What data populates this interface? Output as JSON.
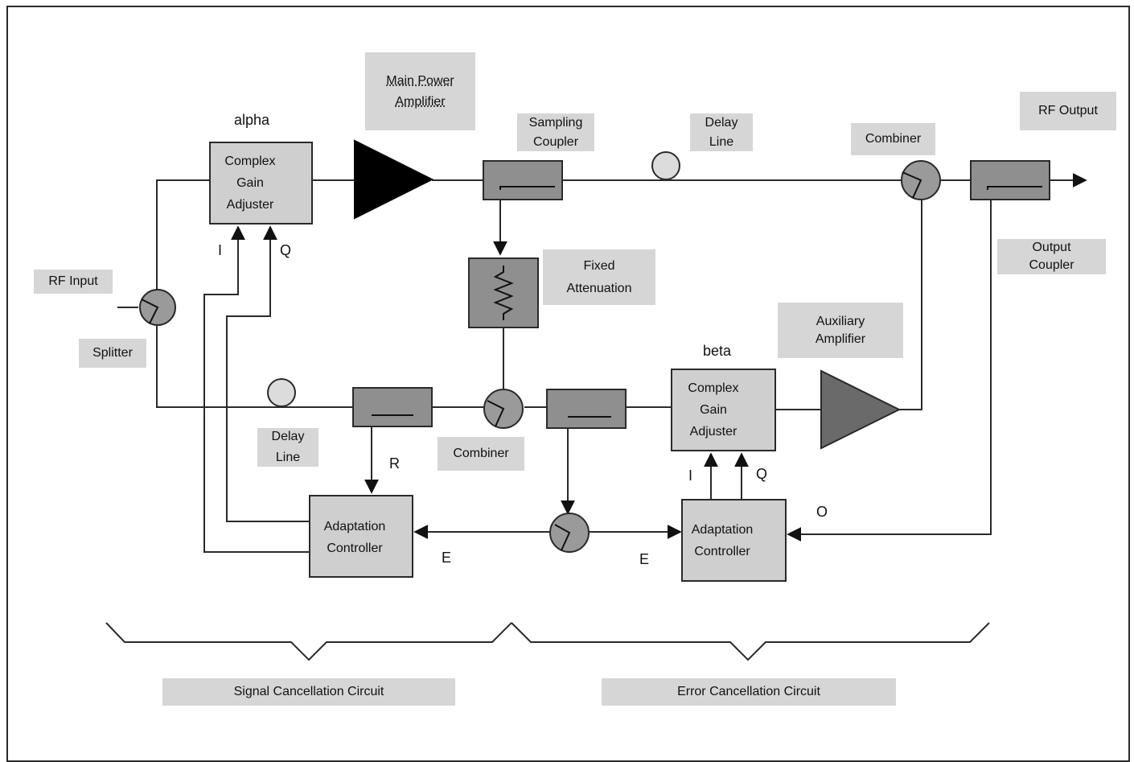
{
  "labels": {
    "main_power_amplifier": [
      "Main Power",
      "Amplifier"
    ],
    "sampling_coupler": [
      "Sampling",
      "Coupler"
    ],
    "delay_line_top": [
      "Delay",
      "Line"
    ],
    "combiner_top": "Combiner",
    "rf_output": "RF Output",
    "output_coupler": [
      "Output",
      "Coupler"
    ],
    "rf_input": "RF Input",
    "splitter": "Splitter",
    "fixed_attenuation": [
      "Fixed",
      "Attenuation"
    ],
    "auxiliary_amplifier": [
      "Auxiliary",
      "Amplifier"
    ],
    "delay_line_bottom": [
      "Delay",
      "Line"
    ],
    "combiner_bottom": "Combiner",
    "signal_cancellation_circuit": "Signal Cancellation Circuit",
    "error_cancellation_circuit": "Error Cancellation Circuit"
  },
  "blocks": {
    "cga_alpha": {
      "title": "alpha",
      "lines": [
        "Complex",
        "Gain",
        "Adjuster"
      ]
    },
    "cga_beta": {
      "title": "beta",
      "lines": [
        "Complex",
        "Gain",
        "Adjuster"
      ]
    },
    "adaptation_left": [
      "Adaptation",
      "Controller"
    ],
    "adaptation_right": [
      "Adaptation",
      "Controller"
    ]
  },
  "signals": {
    "i_alpha": "I",
    "q_alpha": "Q",
    "i_beta": "I",
    "q_beta": "Q",
    "r": "R",
    "e_left": "E",
    "e_right": "E",
    "o": "O"
  },
  "colors": {
    "block_fill": "#cfcfcf",
    "coupler_fill": "#8f8f8f",
    "label_bg": "#d6d6d6",
    "main_amp": "#000000",
    "aux_amp": "#6a6a6a",
    "line": "#2a2a2a"
  }
}
